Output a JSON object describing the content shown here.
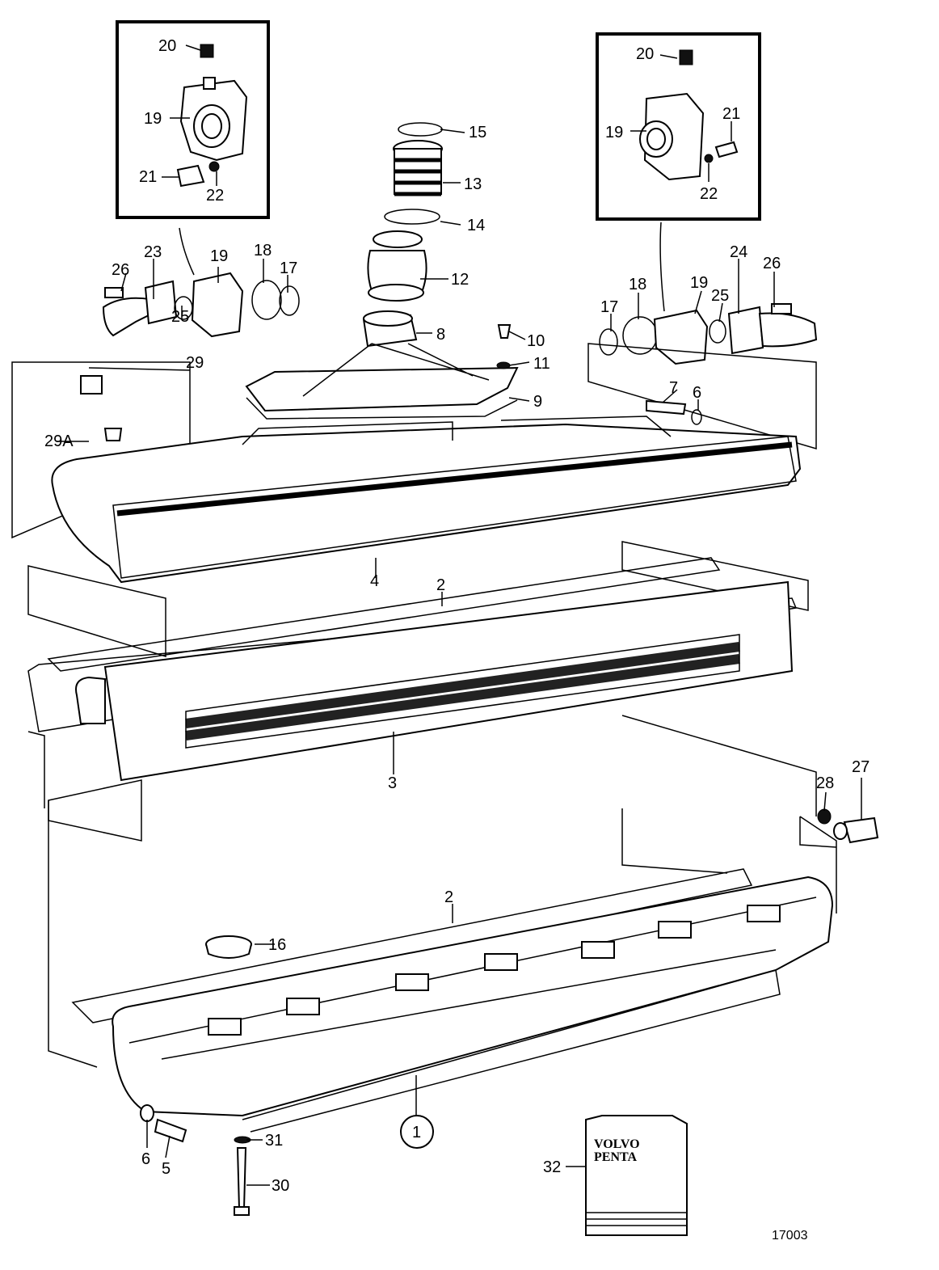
{
  "diagram": {
    "drawing_number": "17003",
    "brand_text": [
      "VOLVO",
      "PENTA"
    ],
    "callouts": [
      "20",
      "19",
      "21",
      "22",
      "20",
      "19",
      "21",
      "22",
      "15",
      "13",
      "14",
      "12",
      "8",
      "10",
      "11",
      "9",
      "23",
      "26",
      "19",
      "18",
      "17",
      "25",
      "18",
      "17",
      "19",
      "25",
      "24",
      "26",
      "29",
      "29A",
      "7",
      "6",
      "4",
      "2",
      "3",
      "28",
      "27",
      "2",
      "16",
      "1",
      "6",
      "5",
      "31",
      "30",
      "32"
    ]
  },
  "colors": {
    "ink": "#000000",
    "paper": "#ffffff"
  }
}
